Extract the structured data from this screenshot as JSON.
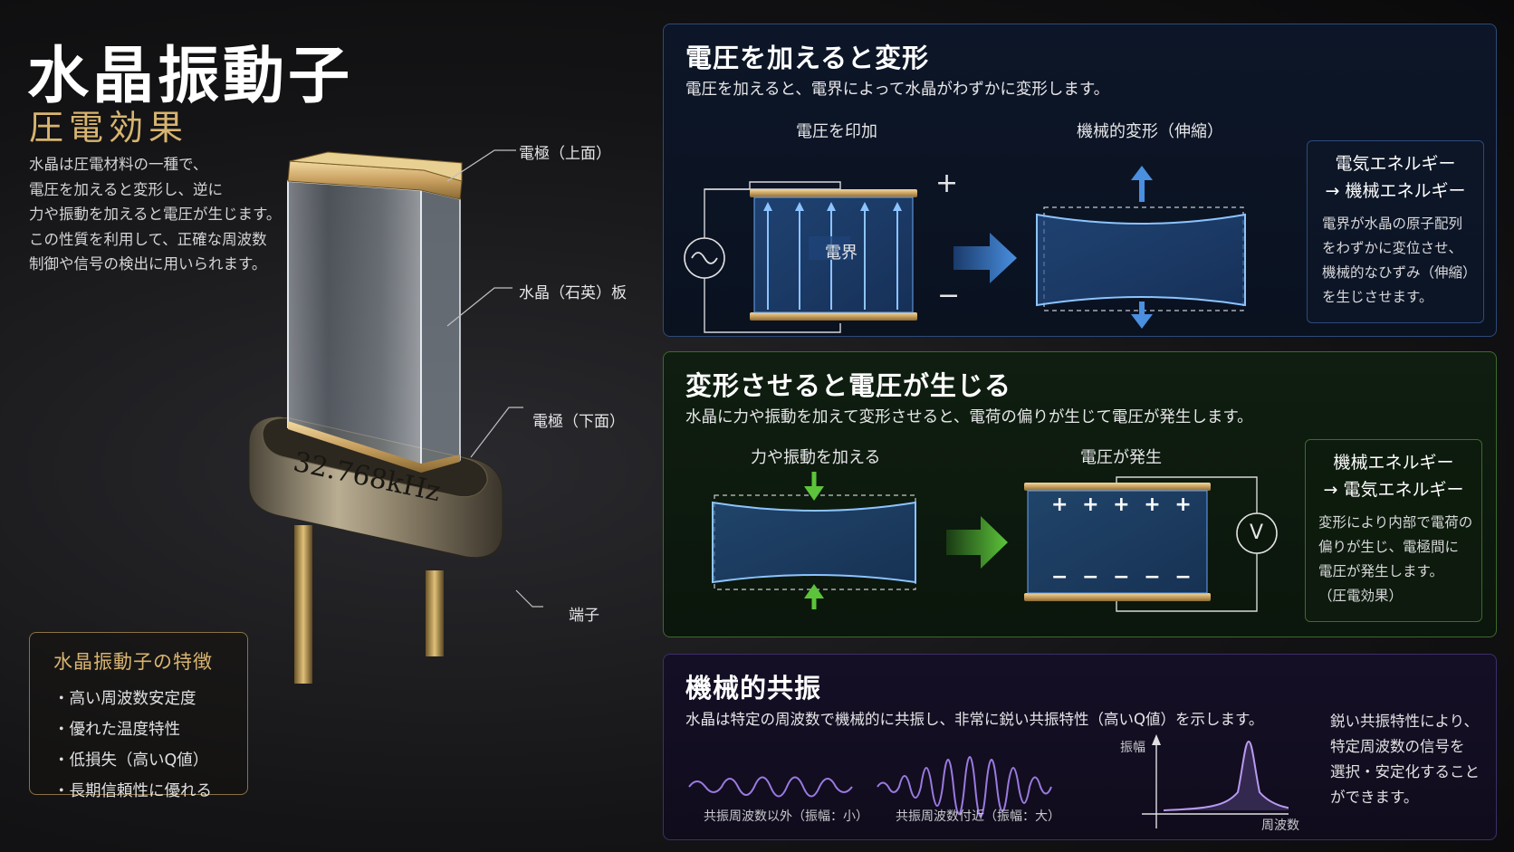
{
  "title": "水晶振動子",
  "subtitle": "圧電効果",
  "intro": [
    "水晶は圧電材料の一種で、",
    "電圧を加えると変形し、逆に",
    "力や振動を加えると電圧が生じます。",
    "この性質を利用して、正確な周波数",
    "制御や信号の検出に用いられます。"
  ],
  "callouts": {
    "top_electrode": "電極（上面）",
    "crystal_plate": "水晶（石英）板",
    "bottom_electrode": "電極（下面）",
    "terminal": "端子"
  },
  "component_marking": "32.768kHz",
  "features": {
    "title": "水晶振動子の特徴",
    "items": [
      "・高い周波数安定度",
      "・優れた温度特性",
      "・低損失（高いQ値）",
      "・長期信頼性に優れる"
    ]
  },
  "panel1": {
    "title": "電圧を加えると変形",
    "desc": "電圧を加えると、電界によって水晶がわずかに変形します。",
    "label_apply": "電圧を印加",
    "label_deform": "機械的変形（伸縮）",
    "field_label": "電界",
    "plus": "+",
    "minus": "−",
    "side_title": [
      "電気エネルギー",
      "→ 機械エネルギー"
    ],
    "side_body": [
      "電界が水晶の原子配列",
      "をわずかに変位させ、",
      "機械的なひずみ（伸縮）",
      "を生じさせます。"
    ],
    "accent": "#4a8fe0"
  },
  "panel2": {
    "title": "変形させると電圧が生じる",
    "desc": "水晶に力や振動を加えて変形させると、電荷の偏りが生じて電圧が発生します。",
    "label_force": "力や振動を加える",
    "label_voltage": "電圧が発生",
    "plus_row": "+ + + + +",
    "minus_row": "− − − − −",
    "meter": "V",
    "side_title": [
      "機械エネルギー",
      "→ 電気エネルギー"
    ],
    "side_body": [
      "変形により内部で電荷の",
      "偏りが生じ、電極間に",
      "電圧が発生します。",
      "（圧電効果）"
    ],
    "accent": "#5cc43a"
  },
  "panel3": {
    "title": "機械的共振",
    "desc": "水晶は特定の周波数で機械的に共振し、非常に鋭い共振特性（高いQ値）を示します。",
    "wave_small_caption": "共振周波数以外（振幅：小）",
    "wave_large_caption": "共振周波数付近（振幅：大）",
    "graph_ylabel": "振幅",
    "graph_xlabel": "周波数",
    "side_text": [
      "鋭い共振特性により、",
      "特定周波数の信号を",
      "選択・安定化すること",
      "ができます。"
    ],
    "accent": "#9a7ae0"
  }
}
